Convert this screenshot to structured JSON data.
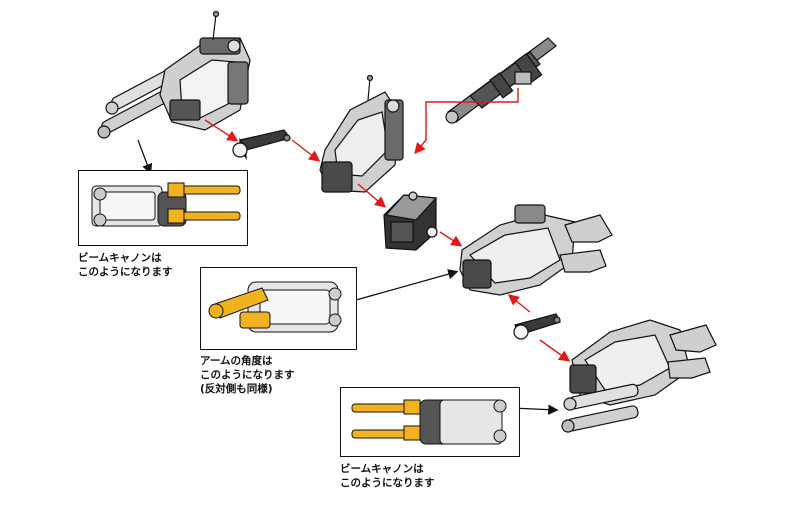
{
  "colors": {
    "arrow_red": "#e01818",
    "callout_black": "#111111",
    "part_gray": "#5a5a5a",
    "part_light": "#d8d8d8",
    "highlight_yellow": "#f2b21e"
  },
  "captions": {
    "beam_cannon_top": {
      "line1": "ビームキャノンは",
      "line2": "このようになります"
    },
    "arm_angle": {
      "line1": "アームの角度は",
      "line2": "このようになります",
      "line3": "(反対側も同様)"
    },
    "beam_cannon_bottom": {
      "line1": "ビームキャノンは",
      "line2": "このようになります"
    }
  }
}
